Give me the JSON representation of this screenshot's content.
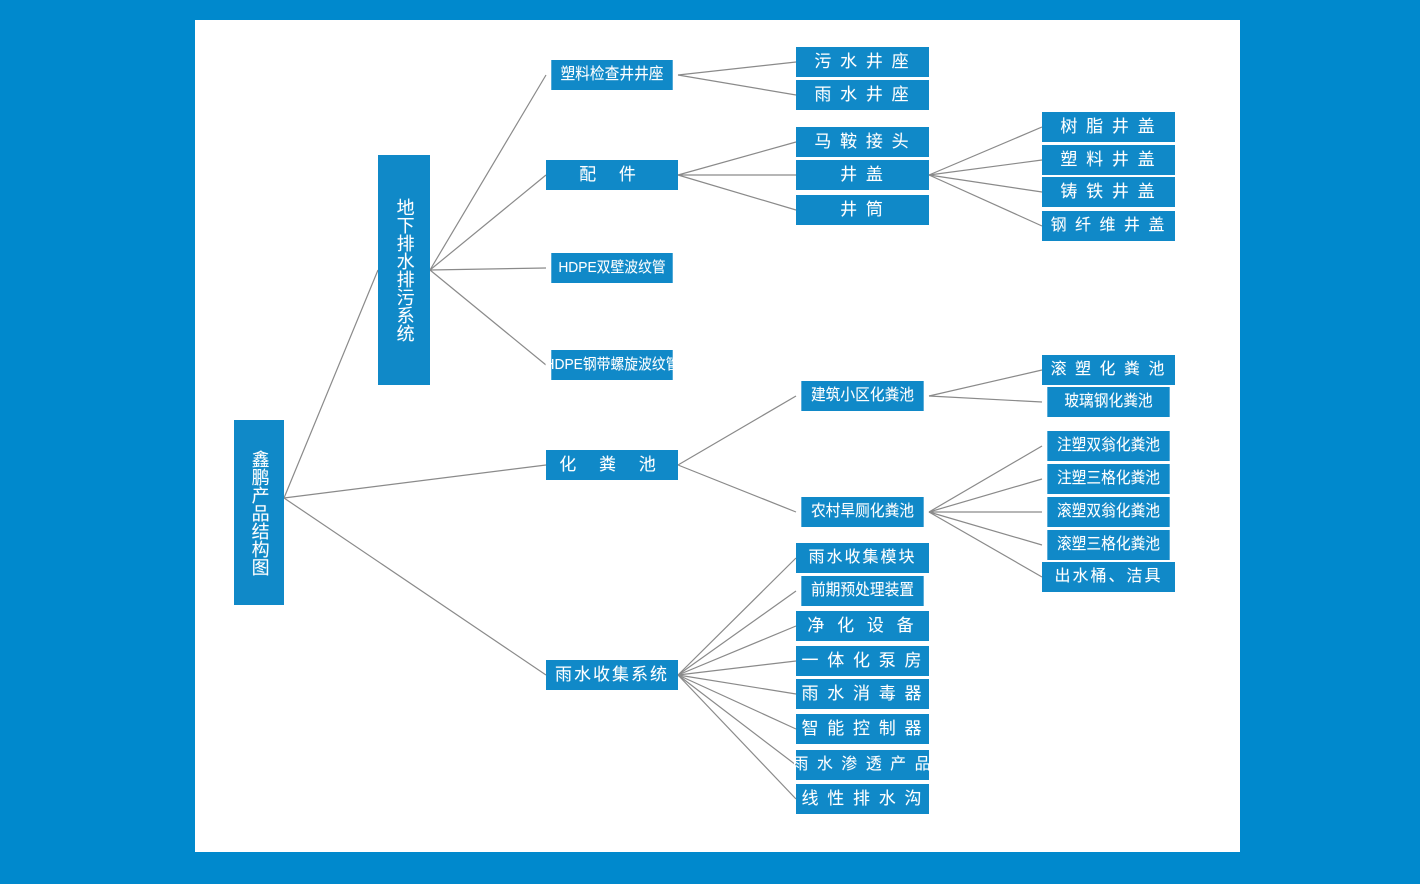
{
  "title": "鑫鹏产品结构图",
  "colors": {
    "page_background": "#0089cd",
    "canvas": "#ffffff",
    "node_fill": "#1089c8",
    "node_text": "#ffffff",
    "connector": "#8a8a8a"
  },
  "nodes": {
    "root": {
      "label": "鑫鹏产品结构图"
    },
    "level1": [
      {
        "label": "地下排水排污系统"
      },
      {
        "label": "化  粪  池"
      },
      {
        "label": "雨水收集系统"
      }
    ],
    "drainage_children": [
      {
        "label": "塑料检查井井座"
      },
      {
        "label": "配    件"
      },
      {
        "label": "HDPE双壁波纹管"
      },
      {
        "label": "HDPE钢带螺旋波纹管"
      }
    ],
    "manhole_base_children": [
      {
        "label": "污 水 井 座"
      },
      {
        "label": "雨 水 井 座"
      }
    ],
    "fittings_children": [
      {
        "label": "马 鞍 接 头"
      },
      {
        "label": "井      盖"
      },
      {
        "label": "井      筒"
      }
    ],
    "cover_children": [
      {
        "label": "树 脂 井 盖"
      },
      {
        "label": "塑 料 井 盖"
      },
      {
        "label": "铸 铁 井 盖"
      },
      {
        "label": "钢 纤 维 井 盖"
      }
    ],
    "septic_children": [
      {
        "label": "建筑小区化粪池"
      },
      {
        "label": "农村旱厕化粪池"
      }
    ],
    "community_septic_children": [
      {
        "label": "滚 塑 化 粪 池"
      },
      {
        "label": "玻璃钢化粪池"
      }
    ],
    "rural_septic_children": [
      {
        "label": "注塑双翁化粪池"
      },
      {
        "label": "注塑三格化粪池"
      },
      {
        "label": "滚塑双翁化粪池"
      },
      {
        "label": "滚塑三格化粪池"
      },
      {
        "label": "出水桶、洁具"
      }
    ],
    "rainwater_children": [
      {
        "label": "雨水收集模块"
      },
      {
        "label": "前期预处理装置"
      },
      {
        "label": "净 化 设 备"
      },
      {
        "label": "一 体 化 泵 房"
      },
      {
        "label": "雨 水 消 毒 器"
      },
      {
        "label": "智 能 控 制 器"
      },
      {
        "label": "雨 水 渗 透 产 品"
      },
      {
        "label": "线 性 排 水 沟"
      }
    ]
  }
}
